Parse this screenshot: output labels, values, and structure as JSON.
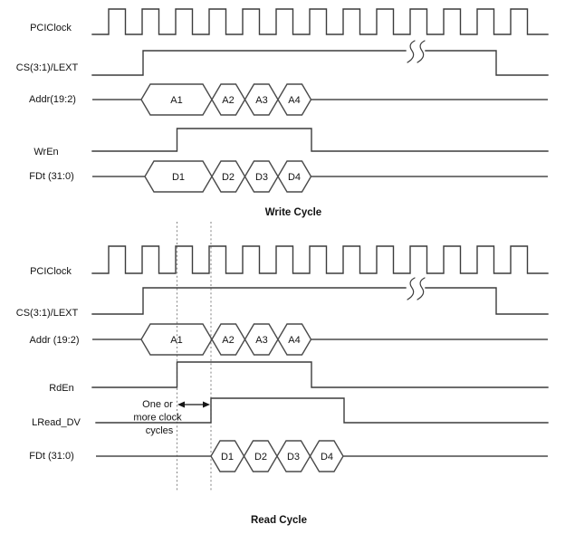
{
  "write": {
    "caption": "Write Cycle",
    "labels": {
      "clock": "PCIClock",
      "cs": "CS(3:1)/LEXT",
      "addr": "Addr(19:2)",
      "wren": "WrEn",
      "fdt": "FDt (31:0)"
    },
    "addr_values": [
      "A1",
      "A2",
      "A3",
      "A4"
    ],
    "data_values": [
      "D1",
      "D2",
      "D3",
      "D4"
    ]
  },
  "read": {
    "caption": "Read Cycle",
    "labels": {
      "clock": "PCIClock",
      "cs": "CS(3:1)/LEXT",
      "addr": "Addr (19:2)",
      "rden": "RdEn",
      "lread_dv": "LRead_DV",
      "fdt": "FDt (31:0)"
    },
    "addr_values": [
      "A1",
      "A2",
      "A3",
      "A4"
    ],
    "data_values": [
      "D1",
      "D2",
      "D3",
      "D4"
    ],
    "annotation": [
      "One or",
      "more clock",
      "cycles"
    ]
  },
  "colors": {
    "line": "#3c3c3c",
    "text": "#121212",
    "dotted_guide": "#8c8c8c",
    "background": "#ffffff"
  }
}
